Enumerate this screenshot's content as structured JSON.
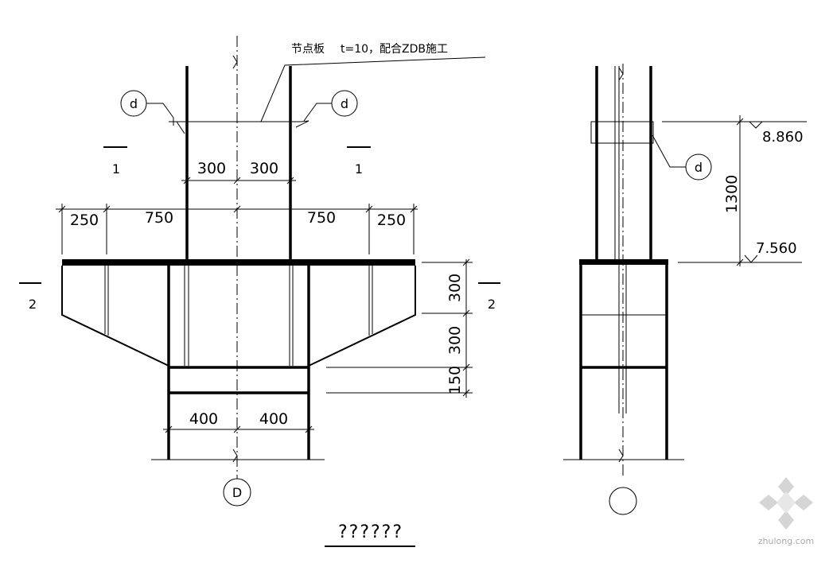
{
  "note": {
    "label": "节点板",
    "spec": "t=10，配合ZDB施工"
  },
  "bubbles": {
    "detail_ref": "d",
    "grid_axis": "D",
    "grid_axis_right": ""
  },
  "section_marks": {
    "upper": "1",
    "lower": "2"
  },
  "dimensions": {
    "half_column_left": "300",
    "half_column_right": "300",
    "outer_left": "250",
    "inner_left": "750",
    "inner_right": "750",
    "outer_right": "250",
    "vert_top": "300",
    "vert_mid": "300",
    "vert_bottom": "150",
    "base_left": "400",
    "base_right": "400",
    "side_height": "1300"
  },
  "elevations": {
    "top": "8.860",
    "bottom": "7.560"
  },
  "title": "??????",
  "watermark": "zhulong.com"
}
